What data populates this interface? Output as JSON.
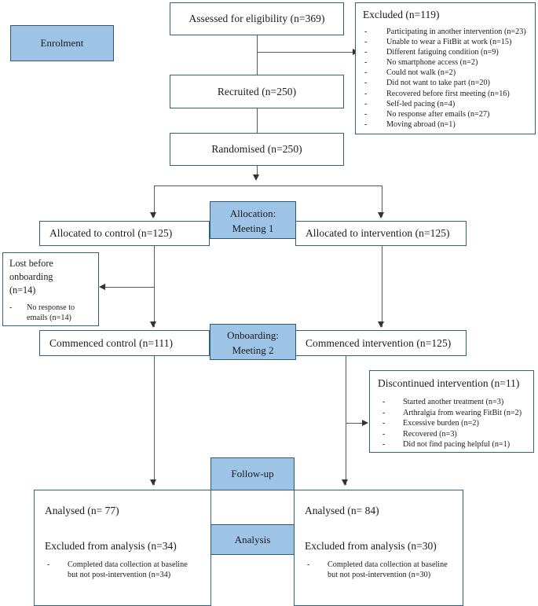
{
  "diagram": {
    "type": "CONSORT participant flow diagram",
    "stages": [
      {
        "id": "enrolment",
        "label": "Enrolment"
      },
      {
        "id": "allocation",
        "label": "Allocation:\nMeeting 1",
        "line1": "Allocation:",
        "line2": "Meeting 1"
      },
      {
        "id": "onboarding",
        "label": "Onboarding:\nMeeting 2",
        "line1": "Onboarding:",
        "line2": "Meeting 2"
      },
      {
        "id": "followup",
        "label": "Follow-up"
      },
      {
        "id": "analysis",
        "label": "Analysis"
      }
    ],
    "assessed": {
      "label": "Assessed for eligibility (n=369)"
    },
    "excluded": {
      "heading": "Excluded (n=119)",
      "reasons": [
        "Participating in another intervention (n=23)",
        "Unable to wear a FitBit at work (n=15)",
        "Different fatiguing condition (n=9)",
        "No smartphone access (n=2)",
        "Could not walk (n=2)",
        "Did not want to take part (n=20)",
        "Recovered before first meeting (n=16)",
        "Self-led pacing (n=4)",
        "No response after emails (n=27)",
        "Moving abroad (n=1)"
      ]
    },
    "recruited": {
      "label": "Recruited (n=250)"
    },
    "randomised": {
      "label": "Randomised (n=250)"
    },
    "allocated_control": {
      "label": "Allocated to control (n=125)"
    },
    "allocated_intervention": {
      "label": "Allocated to intervention (n=125)"
    },
    "lost_before_onboarding": {
      "line1": "Lost before",
      "line2": "onboarding",
      "line3": "(n=14)",
      "reasons": [
        "No response to emails (n=14)"
      ]
    },
    "commenced_control": {
      "label": "Commenced control (n=111)"
    },
    "commenced_intervention": {
      "label": "Commenced intervention (n=125)"
    },
    "discontinued_intervention": {
      "heading": "Discontinued intervention (n=11)",
      "reasons": [
        "Started another treatment (n=3)",
        "Arthralgia from wearing FitBit (n=2)",
        "Excessive burden (n=2)",
        "Recovered (n=3)",
        "Did not find pacing helpful (n=1)"
      ]
    },
    "analysed_control": {
      "analysed": "Analysed (n= 77)",
      "excluded_heading": "Excluded from analysis (n=34)",
      "reason_line1": "Completed data collection at baseline",
      "reason_line2": "but not post-intervention (n=34)"
    },
    "analysed_intervention": {
      "analysed": "Analysed (n= 84)",
      "excluded_heading": "Excluded from analysis (n=30)",
      "reason_line1": "Completed data collection at baseline",
      "reason_line2": "but not post-intervention (n=30)"
    },
    "bullet_dash": "-",
    "colors": {
      "stage_fill": "#9DC3E6",
      "stage_border": "#2E5A73",
      "box_border": "#31607A",
      "connector": "#595959",
      "text": "#1A1A1A",
      "background": "#FFFFFF"
    }
  }
}
